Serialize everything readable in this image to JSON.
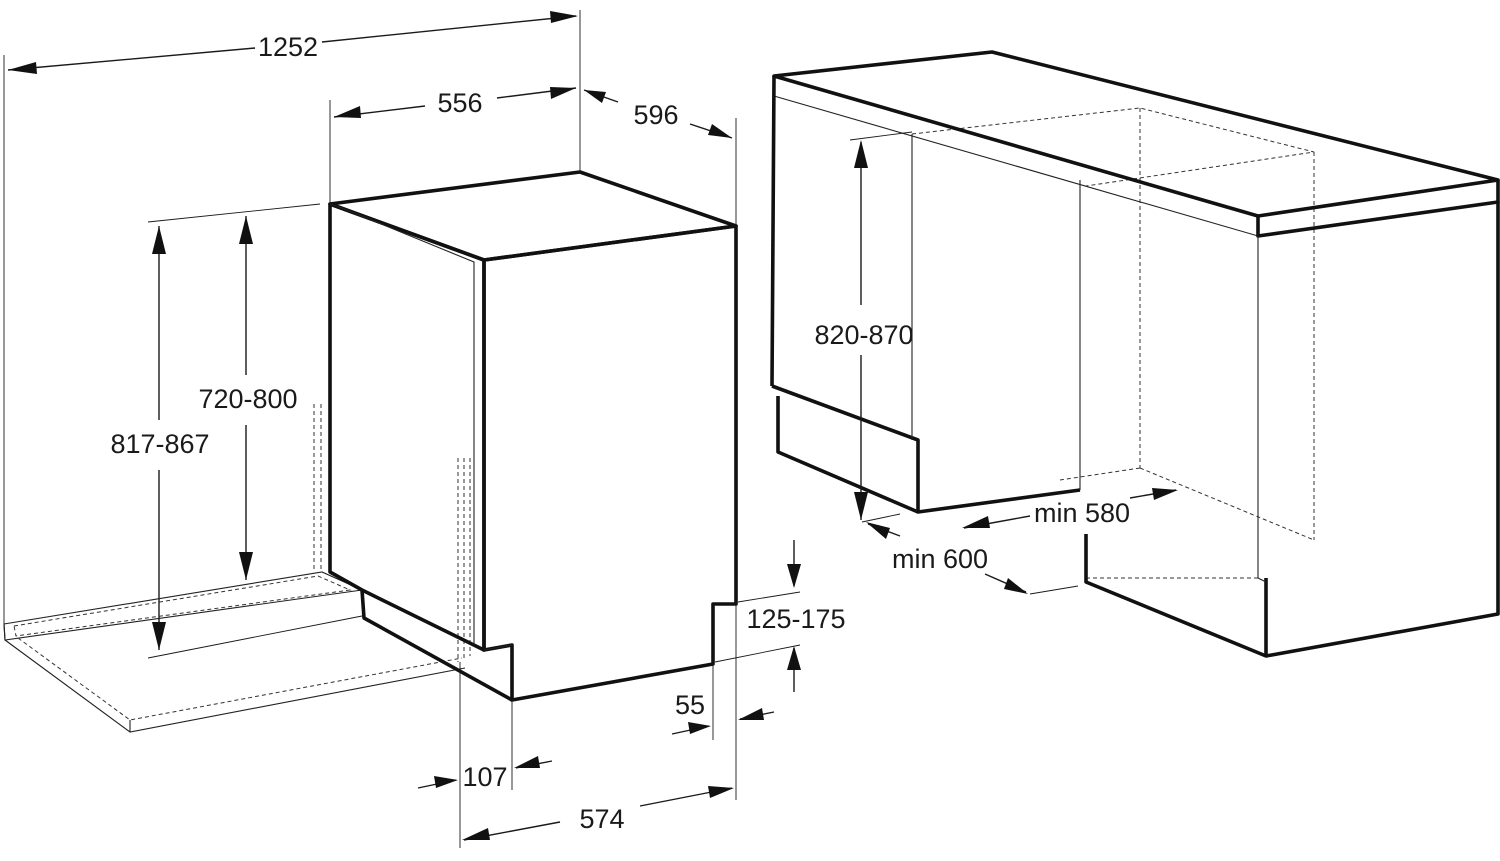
{
  "dimensions": {
    "overall_depth_with_door": "1252",
    "appliance_width": "556",
    "appliance_depth": "596",
    "height_range_total": "817-867",
    "height_range_body": "720-800",
    "plinth_height": "125-175",
    "plinth_setback": "55",
    "door_offset": "107",
    "base_depth": "574",
    "niche_height": "820-870",
    "niche_min_width": "min 580",
    "niche_min_depth": "min 600"
  },
  "colors": {
    "line": "#111111",
    "door_panel_light": "#e6e6e6",
    "door_panel_dark": "#b9b9b9"
  }
}
